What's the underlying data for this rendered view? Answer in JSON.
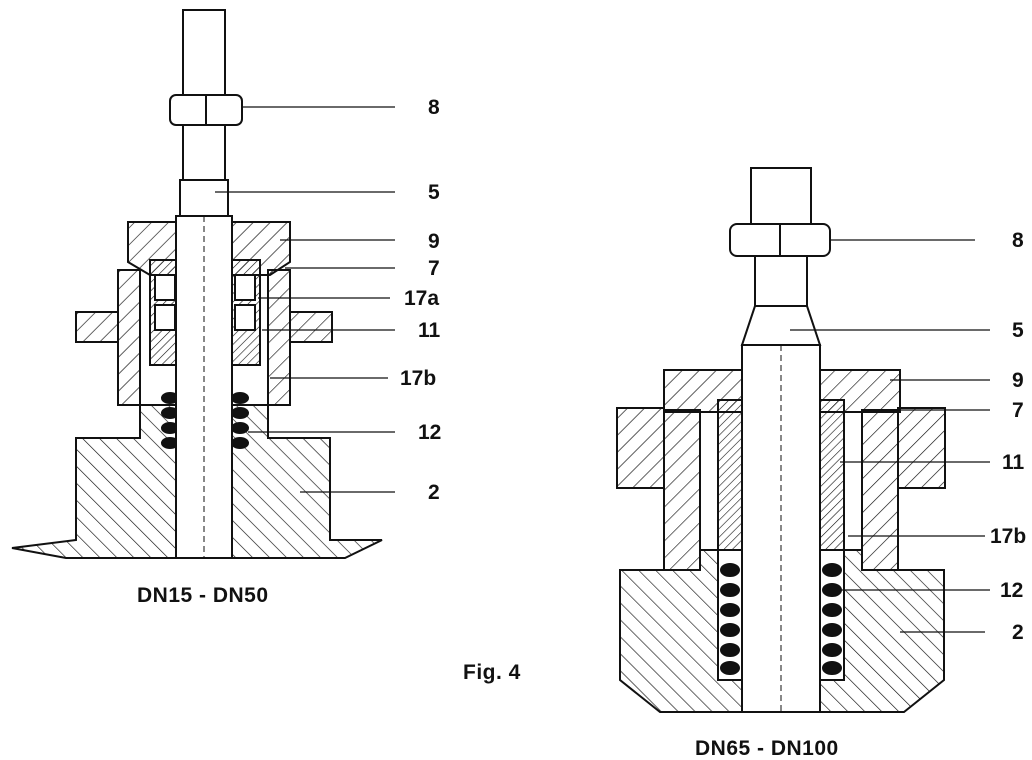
{
  "figure": {
    "label": "Fig. 4"
  },
  "left_drawing": {
    "caption": "DN15 - DN50",
    "callouts": [
      "8",
      "5",
      "9",
      "7",
      "17a",
      "11",
      "17b",
      "12",
      "2"
    ]
  },
  "right_drawing": {
    "caption": "DN65 - DN100",
    "callouts": [
      "8",
      "5",
      "9",
      "7",
      "11",
      "17b",
      "12",
      "2"
    ]
  },
  "colors": {
    "ink": "#111111",
    "paper": "#ffffff"
  }
}
